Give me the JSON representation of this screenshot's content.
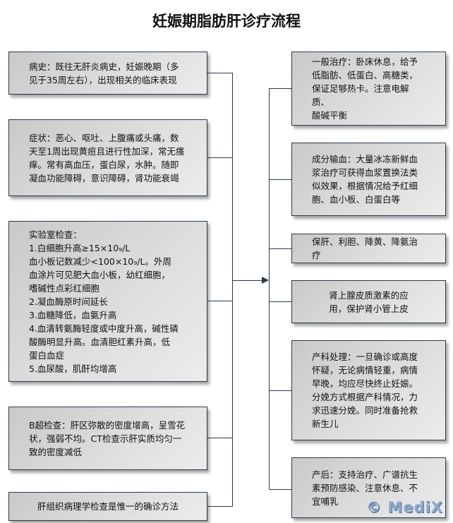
{
  "title": "妊娠期脂肪肝诊疗流程",
  "left_boxes": [
    {
      "text": "病史：既往无肝炎病史，妊娠晚期（多\n见于35周左右），出现相关的临床表现"
    },
    {
      "text": "症状：恶心、呕吐、上腹痛或头痛，数\n天至1周出现黄疸且进行性加深，常无瘙\n痒。常有高血压，蛋白尿，水肿。随即\n凝血功能障碍，意识障碍，肾功能衰竭"
    },
    {
      "text": "实验室检查：\n1.白细胞升高≥15×10₉/L\n  血小板记数减少<100×10₉/L。外周\n  血涂片可见肥大血小板，幼红细胞，\n  嗜碱性点彩红细胞\n2.凝血酶原时间延长\n3.血糖降低，血氨升高\n4.血清转氨酶轻度或中度升高，碱性磷\n  酸酶明显升高。血清胆红素升高，低\n  蛋白血症\n5.血尿酸，肌酐均增高"
    },
    {
      "text": "B超检查：肝区弥散的密度增高，呈雪花\n状，强弱不均。CT检查示肝实质均匀一\n致的密度减低"
    },
    {
      "text": "肝组织病理学检查是惟一的确诊方法"
    }
  ],
  "right_boxes": [
    {
      "text": "一般治疗：卧床休息，给予\n低脂肪、低蛋白、高糖类，\n保证足够热卡。注意电解质、\n酸碱平衡"
    },
    {
      "text": "成分输血：大量冰冻新鲜血\n浆治疗可获得血浆置换法类\n似效果，根据情况给予红细\n胞、血小板、白蛋白等"
    },
    {
      "text": "保肝、利胆、降黄、降氨治疗"
    },
    {
      "text": "肾上腺皮质激素的应\n用，保护肾小管上皮"
    },
    {
      "text": "产科处理：一旦确诊或高度\n怀疑，无论病情轻重，病情\n早晚，均应尽快终止妊娠。\n分娩方式根据产科情况，力\n求迅速分娩。同时准备抢救\n新生儿"
    },
    {
      "text": "产后：支持治疗、广谱抗生\n素预防感染、注意休息、不\n宜哺乳"
    }
  ],
  "watermark": "© MediX"
}
